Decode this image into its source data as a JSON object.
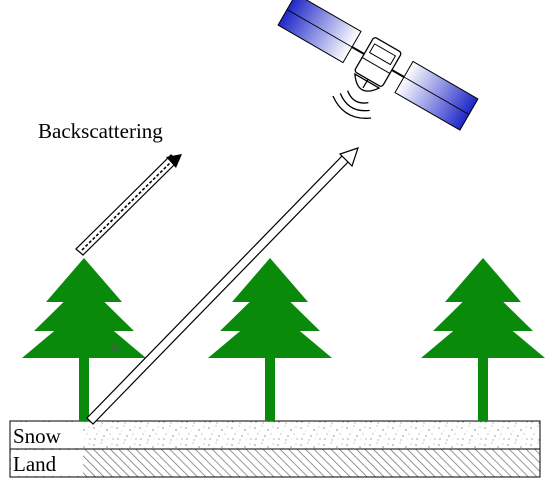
{
  "labels": {
    "backscattering": "Backscattering",
    "snow": "Snow",
    "land": "Land"
  },
  "icons": {
    "satellite": "satellite-icon",
    "tree": "pine-tree-icon",
    "incident_beam": "incident-beam-arrow-icon",
    "backscatter_beam": "backscatter-arrow-icon"
  },
  "colors": {
    "tree_green": "#0a8a0a",
    "solar_panel_blue": "#1f27c8",
    "solar_panel_light": "#ffffff",
    "snow_fill": "#f7f7f7",
    "land_hatch": "#555555",
    "outline": "#000000"
  }
}
